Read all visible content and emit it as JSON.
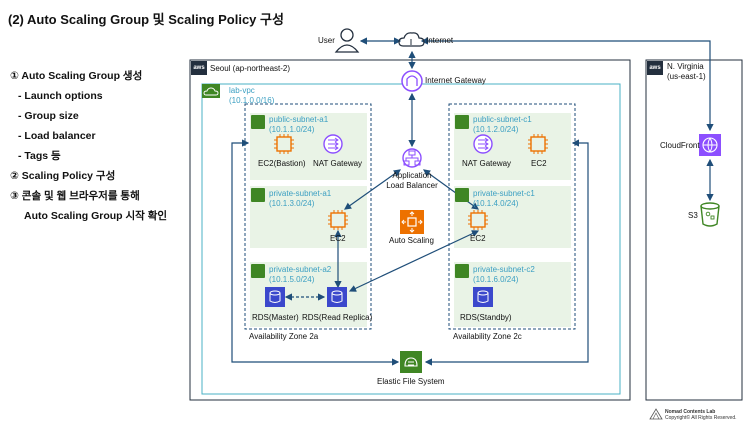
{
  "title": "(2) Auto Scaling Group 및 Scaling Policy 구성",
  "steps": {
    "s1": "① Auto Scaling Group 생성",
    "s1a": "- Launch options",
    "s1b": "- Group size",
    "s1c": "- Load balancer",
    "s1d": "- Tags 등",
    "s2": "② Scaling Policy 구성",
    "s3": "③ 콘솔 및 웹 브라우저를 통해",
    "s3b": "Auto Scaling Group 시작 확인"
  },
  "top": {
    "user": "User",
    "internet": "Internet",
    "igw": "Internet Gateway"
  },
  "regions": {
    "seoul": "Seoul (ap-northeast-2)",
    "virginia_1": "N. Virginia",
    "virginia_2": "(us-east-1)",
    "aws_tag": "aws"
  },
  "vpc": {
    "name": "lab-vpc",
    "cidr": "(10.1.0.0/16)"
  },
  "subnets": {
    "pub_a1": {
      "name": "public-subnet-a1",
      "cidr": "(10.1.1.0/24)"
    },
    "pub_c1": {
      "name": "public-subnet-c1",
      "cidr": "(10.1.2.0/24)"
    },
    "priv_a1": {
      "name": "private-subnet-a1",
      "cidr": "(10.1.3.0/24)"
    },
    "priv_c1": {
      "name": "private-subnet-c1",
      "cidr": "(10.1.4.0/24)"
    },
    "priv_a2": {
      "name": "private-subnet-a2",
      "cidr": "(10.1.5.0/24)"
    },
    "priv_c2": {
      "name": "private-subnet-c2",
      "cidr": "(10.1.6.0/24)"
    }
  },
  "nodes": {
    "ec2_bastion": "EC2(Bastion)",
    "nat_a": "NAT Gateway",
    "nat_c": "NAT Gateway",
    "ec2_c1": "EC2",
    "alb_1": "Application",
    "alb_2": "Load Balancer",
    "ec2_a": "EC2",
    "ec2_c": "EC2",
    "auto_scaling": "Auto Scaling",
    "rds_master": "RDS(Master)",
    "rds_replica": "RDS(Read Replica)",
    "rds_standby": "RDS(Standby)",
    "efs": "Elastic File System",
    "cloudfront": "CloudFront",
    "s3": "S3"
  },
  "zones": {
    "a": "Availability Zone 2a",
    "c": "Availability Zone 2c"
  },
  "copyright": {
    "line1": "Nomad Contents Lab",
    "line2": "Copyright© All Rights Reserved."
  },
  "colors": {
    "arrow": "#1f4e79",
    "subnet_fill": "#e9f3e6",
    "aws_green": "#3f8624",
    "vpc_border": "#48b0c4",
    "ec2_orange": "#ed7100",
    "db_blue": "#3b48cc",
    "cdn_purple": "#8c4fff"
  }
}
